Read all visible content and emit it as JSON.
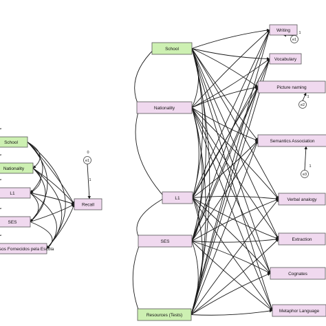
{
  "colors": {
    "observed_fill": "#f0d9ef",
    "exogenous_fill": "#cdf0b2",
    "error_fill": "#ffffff",
    "edge": "#1a1a1a"
  },
  "left_model": {
    "predictors": [
      {
        "id": "l_school",
        "label": "School",
        "style": "exogenous"
      },
      {
        "id": "l_nat",
        "label": "Nationality",
        "style": "exogenous"
      },
      {
        "id": "l_l1",
        "label": "L1",
        "style": "observed"
      },
      {
        "id": "l_ses",
        "label": "SES",
        "style": "observed"
      },
      {
        "id": "l_res",
        "label": "Recursos Fornecidos pela Escola",
        "style": "observed"
      }
    ],
    "outcome": {
      "id": "recall",
      "label": "Recall"
    },
    "error": {
      "id": "le1",
      "label": "e1",
      "path_label": "1",
      "variance_label": "0"
    }
  },
  "right_model": {
    "predictors": [
      {
        "id": "r_school",
        "label": "School",
        "style": "exogenous"
      },
      {
        "id": "r_nat",
        "label": "Nationality",
        "style": "observed"
      },
      {
        "id": "r_l1",
        "label": "L1",
        "style": "observed"
      },
      {
        "id": "r_ses",
        "label": "SES",
        "style": "observed"
      },
      {
        "id": "r_res",
        "label": "Resources (Tests)",
        "style": "exogenous"
      }
    ],
    "outcomes": [
      {
        "id": "writing",
        "label": "Writing"
      },
      {
        "id": "vocab",
        "label": "Vocabulary"
      },
      {
        "id": "picture",
        "label": "Picture naming"
      },
      {
        "id": "semantic",
        "label": "Semantics Association"
      },
      {
        "id": "verbal",
        "label": "Verbal analogy"
      },
      {
        "id": "extraction",
        "label": "Extraction"
      },
      {
        "id": "cognates",
        "label": "Cognates"
      },
      {
        "id": "metaphor",
        "label": "Metaphor Language"
      }
    ],
    "errors": [
      {
        "id": "re1",
        "label": "e1",
        "path_label": "1"
      },
      {
        "id": "re2",
        "label": "e2",
        "path_label": "1"
      },
      {
        "id": "re3",
        "label": "e3",
        "path_label": "1"
      }
    ]
  }
}
